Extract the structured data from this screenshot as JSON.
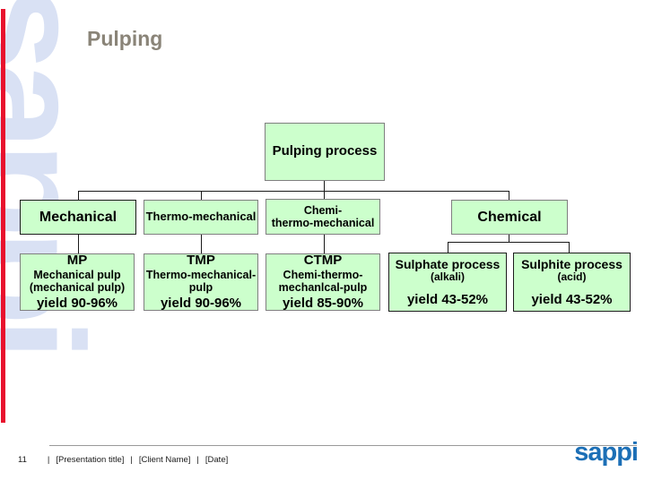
{
  "slide": {
    "title": "Pulping"
  },
  "branding": {
    "watermark": "sappi",
    "logo": "sappi"
  },
  "footer": {
    "page_number": "11",
    "separator": "|",
    "items": [
      "[Presentation title]",
      "[Client Name]",
      "[Date]"
    ]
  },
  "diagram": {
    "root": {
      "label": "Pulping process"
    },
    "branches": {
      "mechanical": {
        "label": "Mechanical"
      },
      "thermo": {
        "label": "Thermo-mechanical"
      },
      "ctm": {
        "line1": "Chemi-",
        "line2": "thermo-mechanical"
      },
      "chemical": {
        "label": "Chemical"
      }
    },
    "leaves": {
      "mp": {
        "abbr": "MP",
        "line1": "Mechanical pulp",
        "line2": "(mechanical pulp)",
        "yield": "yield 90-96%"
      },
      "tmp": {
        "abbr": "TMP",
        "line1": "Thermo-mechanical-",
        "line2": "pulp",
        "yield": "yield 90-96%"
      },
      "ctmp": {
        "abbr": "CTMP",
        "line1": "Chemi-thermo-",
        "line2": "mechanlcal-pulp",
        "yield": "yield 85-90%"
      },
      "sulphate": {
        "name": "Sulphate process",
        "sub": "(alkali)",
        "yield": "yield 43-52%"
      },
      "sulphite": {
        "name": "Sulphite process",
        "sub": "(acid)",
        "yield": "yield 43-52%"
      }
    }
  },
  "colors": {
    "box_fill": "#ccffcc",
    "box_border": "#7f7f7f",
    "box_border_dark": "#1c1c1c",
    "accent_red": "#e8112d",
    "watermark_blue": "#d9e1f4",
    "logo_blue": "#1c6fb6",
    "title_gray": "#8a8478",
    "line_color": "#1a1a1a",
    "footer_line": "#999999",
    "footer_text": "#1a1a1a"
  }
}
